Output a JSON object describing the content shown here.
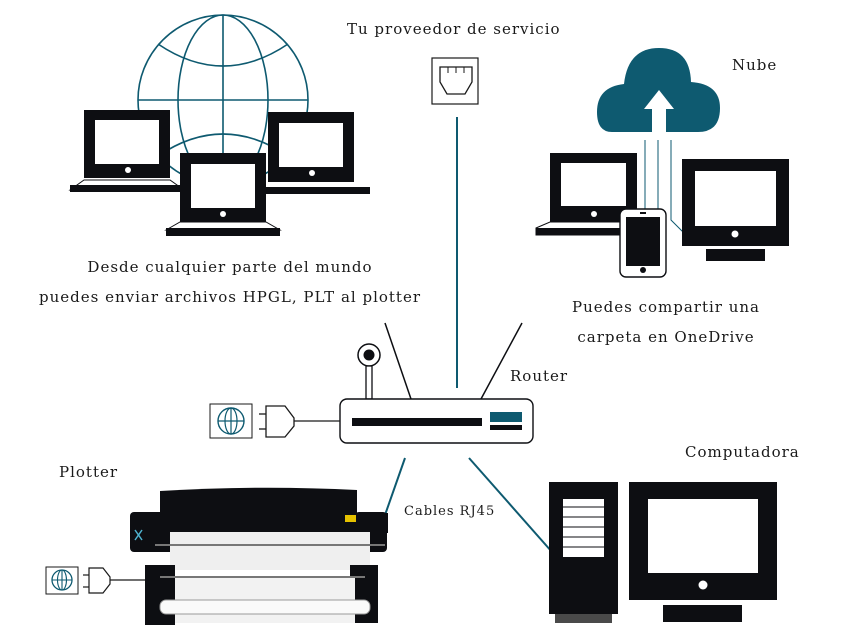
{
  "colors": {
    "accent": "#0e5a70",
    "device": "#0d0e12",
    "background": "#ffffff",
    "tower_base": "#4a4a4a"
  },
  "labels": {
    "isp": "Tu proveedor de servicio",
    "cloud": "Nube",
    "world_line1": "Desde cualquier parte del mundo",
    "world_line2": "puedes enviar archivos HPGL, PLT al plotter",
    "share_line1": "Puedes compartir una",
    "share_line2": "carpeta en OneDrive",
    "router": "Router",
    "plotter": "Plotter",
    "cables": "Cables RJ45",
    "computer": "Computadora"
  },
  "icons": {
    "globe": "globe-icon",
    "laptop": "laptop-icon",
    "ethernet_port": "ethernet-port-icon",
    "cloud_upload": "cloud-upload-icon",
    "smartphone": "smartphone-icon",
    "monitor": "monitor-icon",
    "router": "router-icon",
    "power_plug": "power-plug-icon",
    "plotter": "plotter-icon",
    "desktop_tower": "desktop-tower-icon"
  }
}
